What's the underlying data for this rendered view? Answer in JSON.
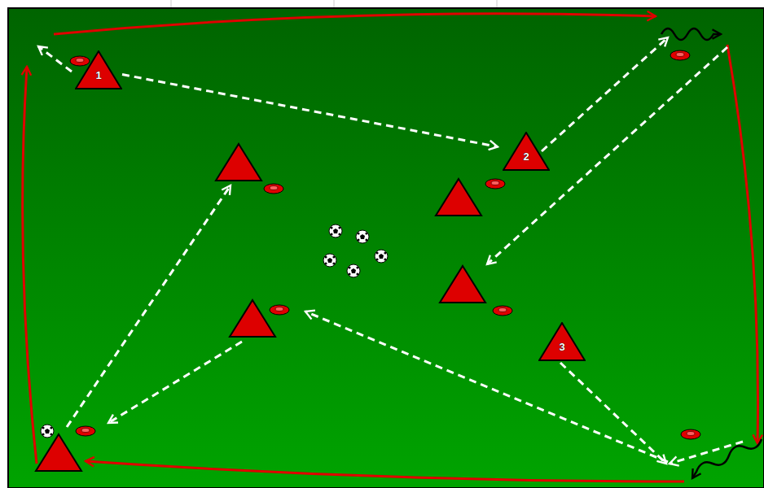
{
  "diagram": {
    "nodes": [
      {
        "text": [
          "1"
        ]
      },
      {
        "text": [
          "2"
        ]
      },
      {
        "text": [
          "3"
        ]
      }
    ],
    "edges": [
      {
        "from": 0,
        "to": 1,
        "arrow": "to"
      }
    ]
  }
}
